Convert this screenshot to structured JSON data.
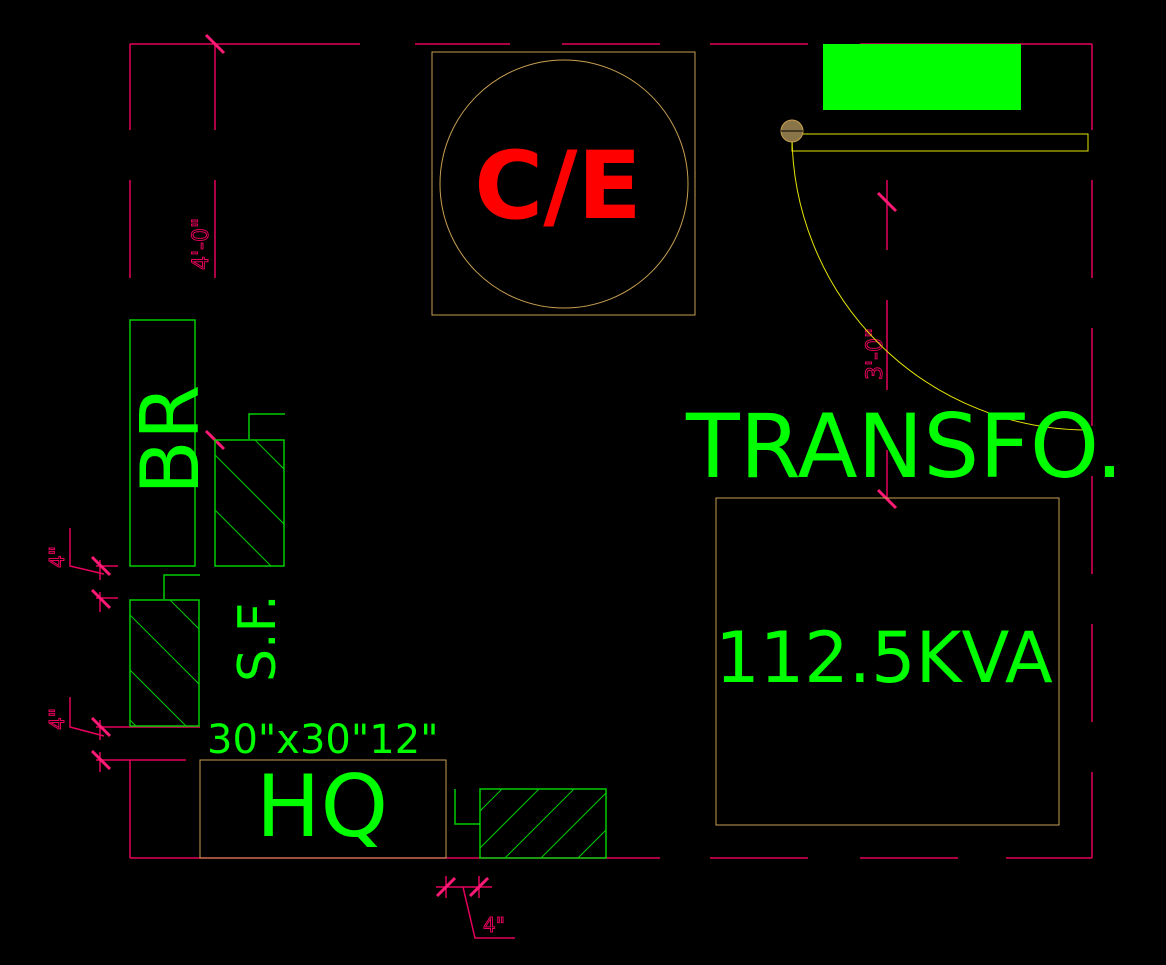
{
  "labels": {
    "ce": "C/E",
    "transfo": "TRANSFO.",
    "kva": "112.5KVA",
    "br": "BR",
    "sf": "S.F.",
    "size": "30\"x30\"12\"",
    "hq": "HQ"
  },
  "dimensions": {
    "left_vertical": "4'-0\"",
    "right_vertical": "3'-0\"",
    "gap_upper": "4\"",
    "gap_lower": "4\"",
    "gap_bottom": "4\""
  },
  "colors": {
    "boundary": "#e6005c",
    "label_green": "#00ff00",
    "ce_red": "#ff0000",
    "equipment_tan": "#c8a050",
    "door_yellow": "#e6e600"
  }
}
